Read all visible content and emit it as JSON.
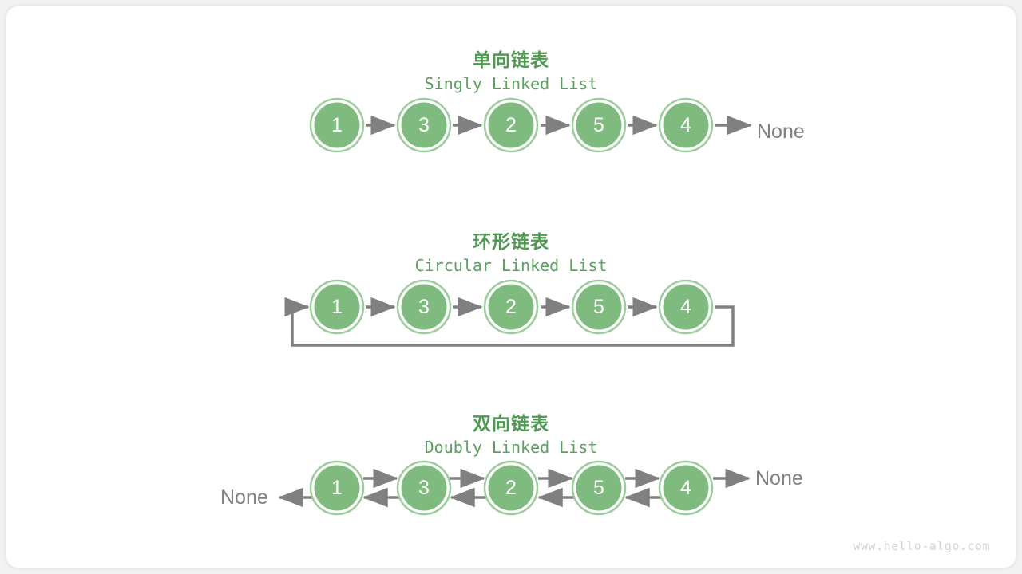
{
  "page": {
    "background": "#f2f2f2",
    "card_background": "#ffffff",
    "watermark": "www.hello-algo.com"
  },
  "theme": {
    "node_fill": "#7fbb7f",
    "node_ring": "#9ccb9c",
    "node_text": "#ffffff",
    "arrow": "#808080",
    "title_cn_color": "#4e9a51",
    "title_en_color": "#5aa05e",
    "none_color": "#808080",
    "watermark_color": "#d4d4d4"
  },
  "sections": [
    {
      "id": "singly",
      "title_cn": "单向链表",
      "title_en": "Singly Linked List",
      "nodes": [
        "1",
        "3",
        "2",
        "5",
        "4"
      ],
      "tail_label": "None",
      "head_label": null,
      "circular": false,
      "doubly": false
    },
    {
      "id": "circular",
      "title_cn": "环形链表",
      "title_en": "Circular Linked List",
      "nodes": [
        "1",
        "3",
        "2",
        "5",
        "4"
      ],
      "tail_label": null,
      "head_label": null,
      "circular": true,
      "doubly": false
    },
    {
      "id": "doubly",
      "title_cn": "双向链表",
      "title_en": "Doubly Linked List",
      "nodes": [
        "1",
        "3",
        "2",
        "5",
        "4"
      ],
      "tail_label": "None",
      "head_label": "None",
      "circular": false,
      "doubly": true
    }
  ]
}
